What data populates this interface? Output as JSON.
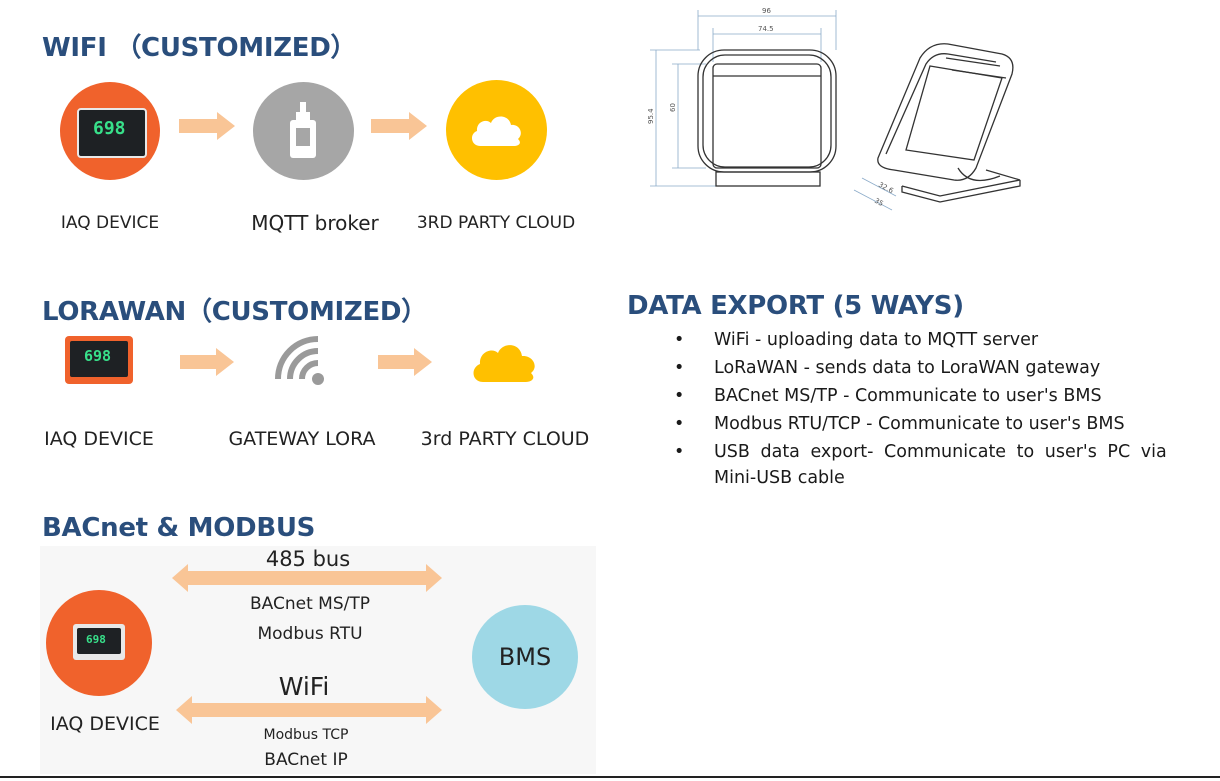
{
  "wifi_section": {
    "heading": "WIFI （CUSTOMIZED）",
    "captions": {
      "device": "IAQ DEVICE",
      "broker": "MQTT broker",
      "cloud": "3RD PARTY CLOUD"
    }
  },
  "lorawan_section": {
    "heading": "LORAWAN（CUSTOMIZED）",
    "captions": {
      "device": "IAQ DEVICE",
      "gateway": "GATEWAY LORA",
      "cloud": "3rd PARTY CLOUD"
    }
  },
  "bacnet_section": {
    "heading": "BACnet & MODBUS",
    "bus_label": "485 bus",
    "bus_protocols": [
      "BACnet MS/TP",
      "Modbus RTU"
    ],
    "wifi_label": "WiFi",
    "wifi_protocols": [
      "Modbus TCP",
      "BACnet IP"
    ],
    "device_caption": "IAQ DEVICE",
    "bms_label": "BMS"
  },
  "device_display": {
    "reading": "698"
  },
  "drawing": {
    "dims": {
      "width_outer": "96",
      "width_inner": "74.5",
      "height_outer": "95.4",
      "height_inner": "60",
      "depth_a": "32.6",
      "depth_b": "35"
    }
  },
  "data_export": {
    "title": "DATA EXPORT (5 WAYS)",
    "bullet_char": "•",
    "items": [
      "WiFi - uploading data to MQTT server",
      "LoRaWAN - sends data to LoraWAN gateway",
      "BACnet MS/TP - Communicate to user's BMS",
      "Modbus RTU/TCP - Communicate to user's BMS"
    ],
    "last_item_lines": [
      "USB data export- Communicate to user's PC via",
      "Mini-USB cable"
    ]
  },
  "colors": {
    "heading": "#2a4e7c",
    "orange": "#f0622c",
    "gray": "#a6a6a6",
    "yellow": "#ffc000",
    "arrow": "#f9c596",
    "bms": "#9ed8e6"
  }
}
